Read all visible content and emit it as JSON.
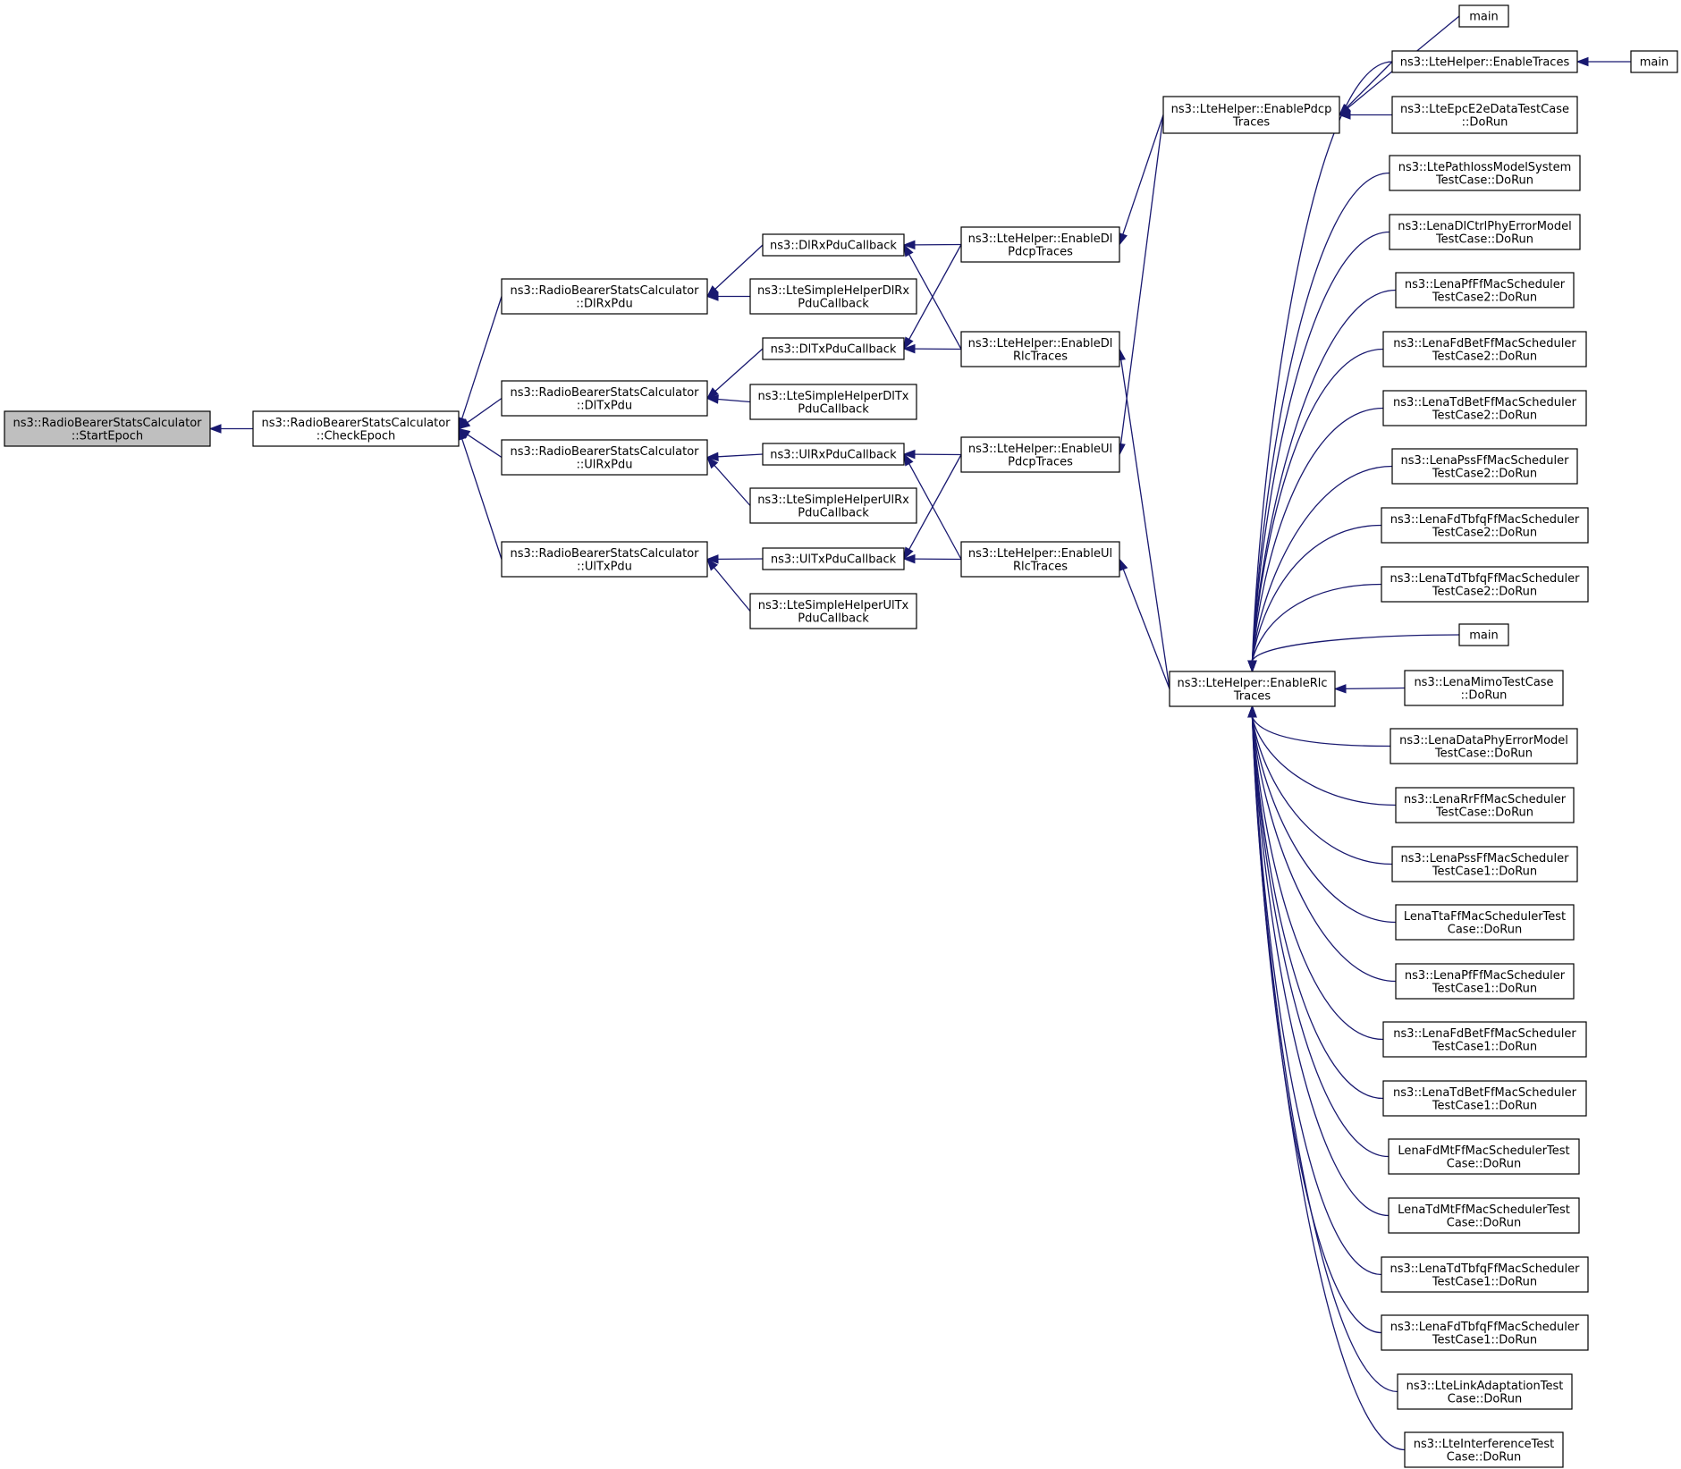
{
  "colors": {
    "edge": "#191970",
    "root_fill": "#bfbfbf",
    "node_fill": "#ffffff",
    "node_border": "#000000"
  },
  "nodes": [
    {
      "id": "start",
      "lines": [
        "ns3::RadioBearerStatsCalculator",
        "::StartEpoch"
      ],
      "root": true
    },
    {
      "id": "check",
      "lines": [
        "ns3::RadioBearerStatsCalculator",
        "::CheckEpoch"
      ]
    },
    {
      "id": "dlrx",
      "lines": [
        "ns3::RadioBearerStatsCalculator",
        "::DlRxPdu"
      ]
    },
    {
      "id": "dltx",
      "lines": [
        "ns3::RadioBearerStatsCalculator",
        "::DlTxPdu"
      ]
    },
    {
      "id": "ulrx",
      "lines": [
        "ns3::RadioBearerStatsCalculator",
        "::UlRxPdu"
      ]
    },
    {
      "id": "ultx",
      "lines": [
        "ns3::RadioBearerStatsCalculator",
        "::UlTxPdu"
      ]
    },
    {
      "id": "dlrxcb",
      "lines": [
        "ns3::DlRxPduCallback"
      ]
    },
    {
      "id": "simpledlrx",
      "lines": [
        "ns3::LteSimpleHelperDlRx",
        "PduCallback"
      ]
    },
    {
      "id": "dltxcb",
      "lines": [
        "ns3::DlTxPduCallback"
      ]
    },
    {
      "id": "simpledltx",
      "lines": [
        "ns3::LteSimpleHelperDlTx",
        "PduCallback"
      ]
    },
    {
      "id": "ulrxcb",
      "lines": [
        "ns3::UlRxPduCallback"
      ]
    },
    {
      "id": "simpleulrx",
      "lines": [
        "ns3::LteSimpleHelperUlRx",
        "PduCallback"
      ]
    },
    {
      "id": "ultxcb",
      "lines": [
        "ns3::UlTxPduCallback"
      ]
    },
    {
      "id": "simpleultx",
      "lines": [
        "ns3::LteSimpleHelperUlTx",
        "PduCallback"
      ]
    },
    {
      "id": "endlpdcp",
      "lines": [
        "ns3::LteHelper::EnableDl",
        "PdcpTraces"
      ]
    },
    {
      "id": "endlrlc",
      "lines": [
        "ns3::LteHelper::EnableDl",
        "RlcTraces"
      ]
    },
    {
      "id": "enulpdcp",
      "lines": [
        "ns3::LteHelper::EnableUl",
        "PdcpTraces"
      ]
    },
    {
      "id": "enulrlc",
      "lines": [
        "ns3::LteHelper::EnableUl",
        "RlcTraces"
      ]
    },
    {
      "id": "enpdcp",
      "lines": [
        "ns3::LteHelper::EnablePdcp",
        "Traces"
      ]
    },
    {
      "id": "enrlc",
      "lines": [
        "ns3::LteHelper::EnableRlc",
        "Traces"
      ]
    },
    {
      "id": "main1",
      "lines": [
        "main"
      ]
    },
    {
      "id": "entraces",
      "lines": [
        "ns3::LteHelper::EnableTraces"
      ]
    },
    {
      "id": "main2",
      "lines": [
        "main"
      ]
    },
    {
      "id": "epce2e",
      "lines": [
        "ns3::LteEpcE2eDataTestCase",
        "::DoRun"
      ]
    },
    {
      "id": "pathloss",
      "lines": [
        "ns3::LtePathlossModelSystem",
        "TestCase::DoRun"
      ]
    },
    {
      "id": "dlctrl",
      "lines": [
        "ns3::LenaDlCtrlPhyErrorModel",
        "TestCase::DoRun"
      ]
    },
    {
      "id": "pf2",
      "lines": [
        "ns3::LenaPfFfMacScheduler",
        "TestCase2::DoRun"
      ]
    },
    {
      "id": "fdbet2",
      "lines": [
        "ns3::LenaFdBetFfMacScheduler",
        "TestCase2::DoRun"
      ]
    },
    {
      "id": "tdbet2",
      "lines": [
        "ns3::LenaTdBetFfMacScheduler",
        "TestCase2::DoRun"
      ]
    },
    {
      "id": "pss2",
      "lines": [
        "ns3::LenaPssFfMacScheduler",
        "TestCase2::DoRun"
      ]
    },
    {
      "id": "fdtbfq2",
      "lines": [
        "ns3::LenaFdTbfqFfMacScheduler",
        "TestCase2::DoRun"
      ]
    },
    {
      "id": "tdtbfq2",
      "lines": [
        "ns3::LenaTdTbfqFfMacScheduler",
        "TestCase2::DoRun"
      ]
    },
    {
      "id": "main3",
      "lines": [
        "main"
      ]
    },
    {
      "id": "mimo",
      "lines": [
        "ns3::LenaMimoTestCase",
        "::DoRun"
      ]
    },
    {
      "id": "dataphy",
      "lines": [
        "ns3::LenaDataPhyErrorModel",
        "TestCase::DoRun"
      ]
    },
    {
      "id": "rr",
      "lines": [
        "ns3::LenaRrFfMacScheduler",
        "TestCase::DoRun"
      ]
    },
    {
      "id": "pss1",
      "lines": [
        "ns3::LenaPssFfMacScheduler",
        "TestCase1::DoRun"
      ]
    },
    {
      "id": "tta",
      "lines": [
        "LenaTtaFfMacSchedulerTest",
        "Case::DoRun"
      ]
    },
    {
      "id": "pf1",
      "lines": [
        "ns3::LenaPfFfMacScheduler",
        "TestCase1::DoRun"
      ]
    },
    {
      "id": "fdbet1",
      "lines": [
        "ns3::LenaFdBetFfMacScheduler",
        "TestCase1::DoRun"
      ]
    },
    {
      "id": "tdbet1",
      "lines": [
        "ns3::LenaTdBetFfMacScheduler",
        "TestCase1::DoRun"
      ]
    },
    {
      "id": "fdmt",
      "lines": [
        "LenaFdMtFfMacSchedulerTest",
        "Case::DoRun"
      ]
    },
    {
      "id": "tdmt",
      "lines": [
        "LenaTdMtFfMacSchedulerTest",
        "Case::DoRun"
      ]
    },
    {
      "id": "tdtbfq1",
      "lines": [
        "ns3::LenaTdTbfqFfMacScheduler",
        "TestCase1::DoRun"
      ]
    },
    {
      "id": "fdtbfq1",
      "lines": [
        "ns3::LenaFdTbfqFfMacScheduler",
        "TestCase1::DoRun"
      ]
    },
    {
      "id": "linkadapt",
      "lines": [
        "ns3::LteLinkAdaptationTest",
        "Case::DoRun"
      ]
    },
    {
      "id": "interference",
      "lines": [
        "ns3::LteInterferenceTest",
        "Case::DoRun"
      ]
    }
  ],
  "edges": [
    [
      "check",
      "start"
    ],
    [
      "dlrx",
      "check"
    ],
    [
      "dltx",
      "check"
    ],
    [
      "ulrx",
      "check"
    ],
    [
      "ultx",
      "check"
    ],
    [
      "dlrxcb",
      "dlrx"
    ],
    [
      "simpledlrx",
      "dlrx"
    ],
    [
      "dltxcb",
      "dltx"
    ],
    [
      "simpledltx",
      "dltx"
    ],
    [
      "ulrxcb",
      "ulrx"
    ],
    [
      "simpleulrx",
      "ulrx"
    ],
    [
      "ultxcb",
      "ultx"
    ],
    [
      "simpleultx",
      "ultx"
    ],
    [
      "endlpdcp",
      "dlrxcb"
    ],
    [
      "endlrlc",
      "dlrxcb"
    ],
    [
      "endlpdcp",
      "dltxcb"
    ],
    [
      "endlrlc",
      "dltxcb"
    ],
    [
      "enulpdcp",
      "ulrxcb"
    ],
    [
      "enulrlc",
      "ulrxcb"
    ],
    [
      "enulpdcp",
      "ultxcb"
    ],
    [
      "enulrlc",
      "ultxcb"
    ],
    [
      "enpdcp",
      "endlpdcp"
    ],
    [
      "enpdcp",
      "enulpdcp"
    ],
    [
      "enrlc",
      "endlrlc"
    ],
    [
      "enrlc",
      "enulrlc"
    ],
    [
      "main1",
      "enpdcp"
    ],
    [
      "entraces",
      "enpdcp"
    ],
    [
      "epce2e",
      "enpdcp"
    ],
    [
      "main2",
      "entraces"
    ],
    [
      "entraces",
      "enrlc"
    ],
    [
      "pathloss",
      "enrlc"
    ],
    [
      "dlctrl",
      "enrlc"
    ],
    [
      "pf2",
      "enrlc"
    ],
    [
      "fdbet2",
      "enrlc"
    ],
    [
      "tdbet2",
      "enrlc"
    ],
    [
      "pss2",
      "enrlc"
    ],
    [
      "fdtbfq2",
      "enrlc"
    ],
    [
      "tdtbfq2",
      "enrlc"
    ],
    [
      "main3",
      "enrlc"
    ],
    [
      "mimo",
      "enrlc"
    ],
    [
      "dataphy",
      "enrlc"
    ],
    [
      "rr",
      "enrlc"
    ],
    [
      "pss1",
      "enrlc"
    ],
    [
      "tta",
      "enrlc"
    ],
    [
      "pf1",
      "enrlc"
    ],
    [
      "fdbet1",
      "enrlc"
    ],
    [
      "tdbet1",
      "enrlc"
    ],
    [
      "fdmt",
      "enrlc"
    ],
    [
      "tdmt",
      "enrlc"
    ],
    [
      "tdtbfq1",
      "enrlc"
    ],
    [
      "fdtbfq1",
      "enrlc"
    ],
    [
      "linkadapt",
      "enrlc"
    ],
    [
      "interference",
      "enrlc"
    ]
  ]
}
